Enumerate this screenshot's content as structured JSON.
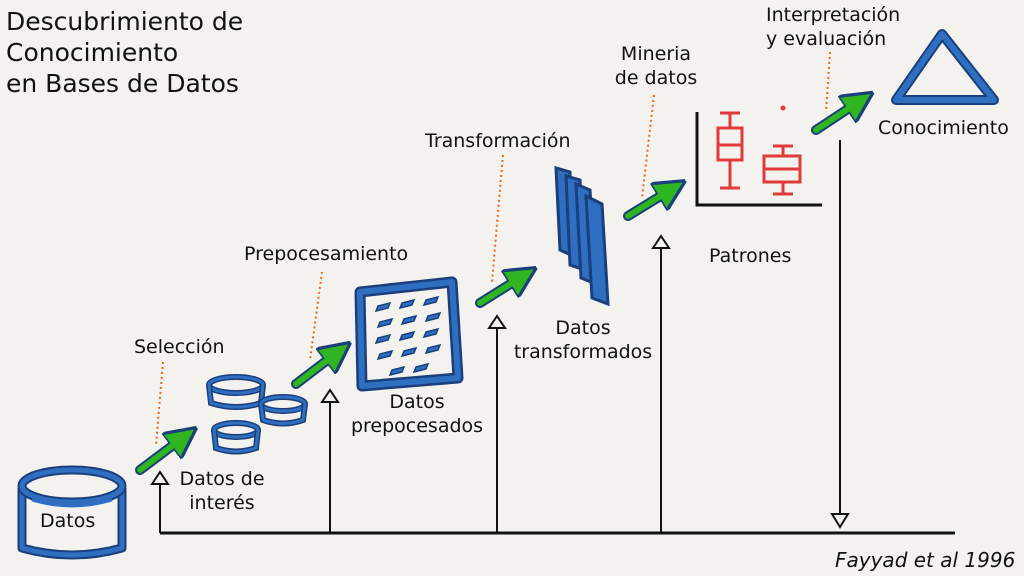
{
  "title": {
    "line1": "Descubrimiento de",
    "line2": "Conocimiento",
    "line3": "en Bases de Datos"
  },
  "steps": {
    "seleccion": "Selección",
    "prepocesamiento": "Prepocesamiento",
    "transformacion": "Transformación",
    "mineria": {
      "line1": "Mineria",
      "line2": "de datos"
    },
    "interpretacion": {
      "line1": "Interpretación",
      "line2": "y evaluación"
    }
  },
  "stages": {
    "datos": "Datos",
    "datos_interes": {
      "line1": "Datos de",
      "line2": "interés"
    },
    "datos_prepocesados": {
      "line1": "Datos",
      "line2": "prepocesados"
    },
    "datos_transformados": {
      "line1": "Datos",
      "line2": "transformados"
    },
    "patrones": "Patrones",
    "conocimiento": "Conocimiento"
  },
  "credit": "Fayyad et al 1996",
  "colors": {
    "background": "#f4f2ee",
    "blue": "#2f6fc2",
    "blue_dark": "#1b3f7a",
    "green": "#2fb51f",
    "red": "#e03a3a",
    "orange_dotted": "#e06a1e",
    "ink": "#111111"
  }
}
